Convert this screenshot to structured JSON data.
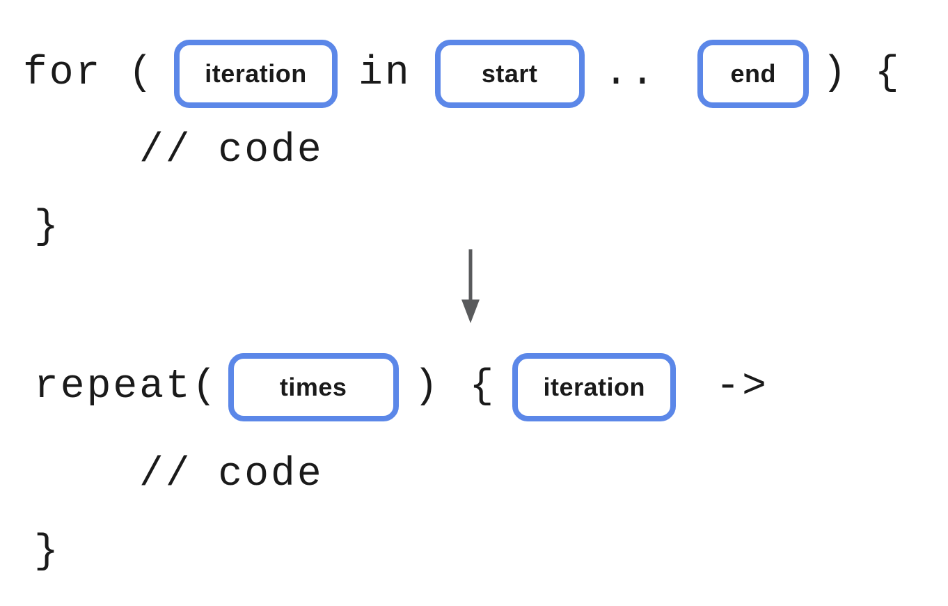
{
  "palette": {
    "background": "#ffffff",
    "box_border": "#5b87e8",
    "box_fill": "#ffffff",
    "code_text": "#1a1a1a",
    "label_text": "#1a1a1a",
    "arrow": "#595a5c"
  },
  "before_block": {
    "keyword_for": "for (",
    "slot_iteration": "iteration",
    "keyword_in": "in",
    "slot_start": "start",
    "range_operator": "..",
    "close_paren_open_brace": ") {",
    "slot_end": "end",
    "comment": "// code",
    "close_brace": "}"
  },
  "after_block": {
    "keyword_repeat": "repeat(",
    "slot_times": "times",
    "close_paren": ")",
    "open_brace": "{",
    "slot_iteration": "iteration",
    "lambda_arrow": "->",
    "comment": "// code",
    "close_brace": "}"
  }
}
